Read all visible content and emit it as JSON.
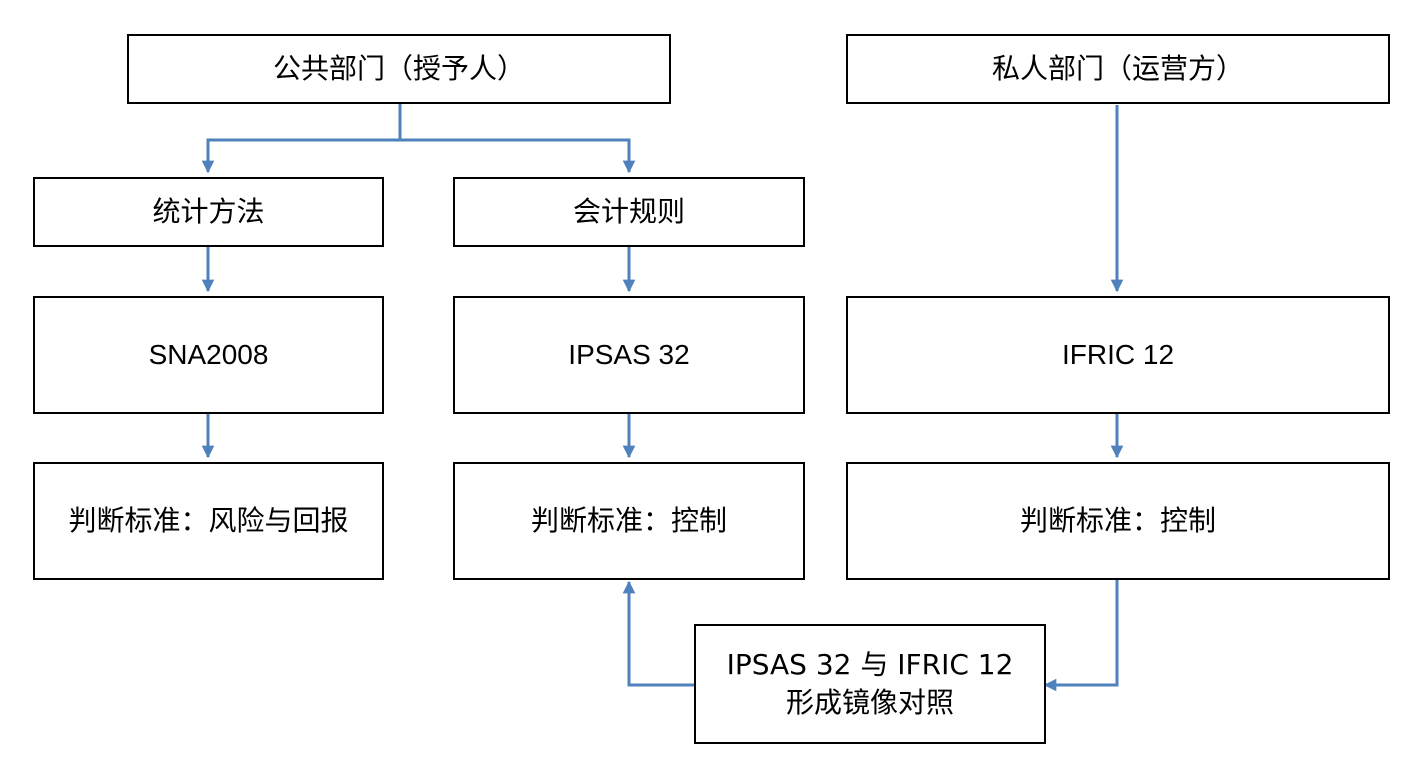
{
  "colors": {
    "connector": "#4f81bd",
    "border": "#000000",
    "text": "#000000",
    "background": "#ffffff"
  },
  "nodes": {
    "public_sector": "公共部门（授予人）",
    "private_sector": "私人部门（运营方）",
    "statistical_method": "统计方法",
    "accounting_rules": "会计规则",
    "sna2008": "SNA2008",
    "ipsas32": "IPSAS 32",
    "ifric12": "IFRIC 12",
    "criterion_risk_return": "判断标准：风险与回报",
    "criterion_control_public": "判断标准：控制",
    "criterion_control_private": "判断标准：控制",
    "mirror_line1": "IPSAS 32 与 IFRIC 12",
    "mirror_line2": "形成镜像对照"
  }
}
